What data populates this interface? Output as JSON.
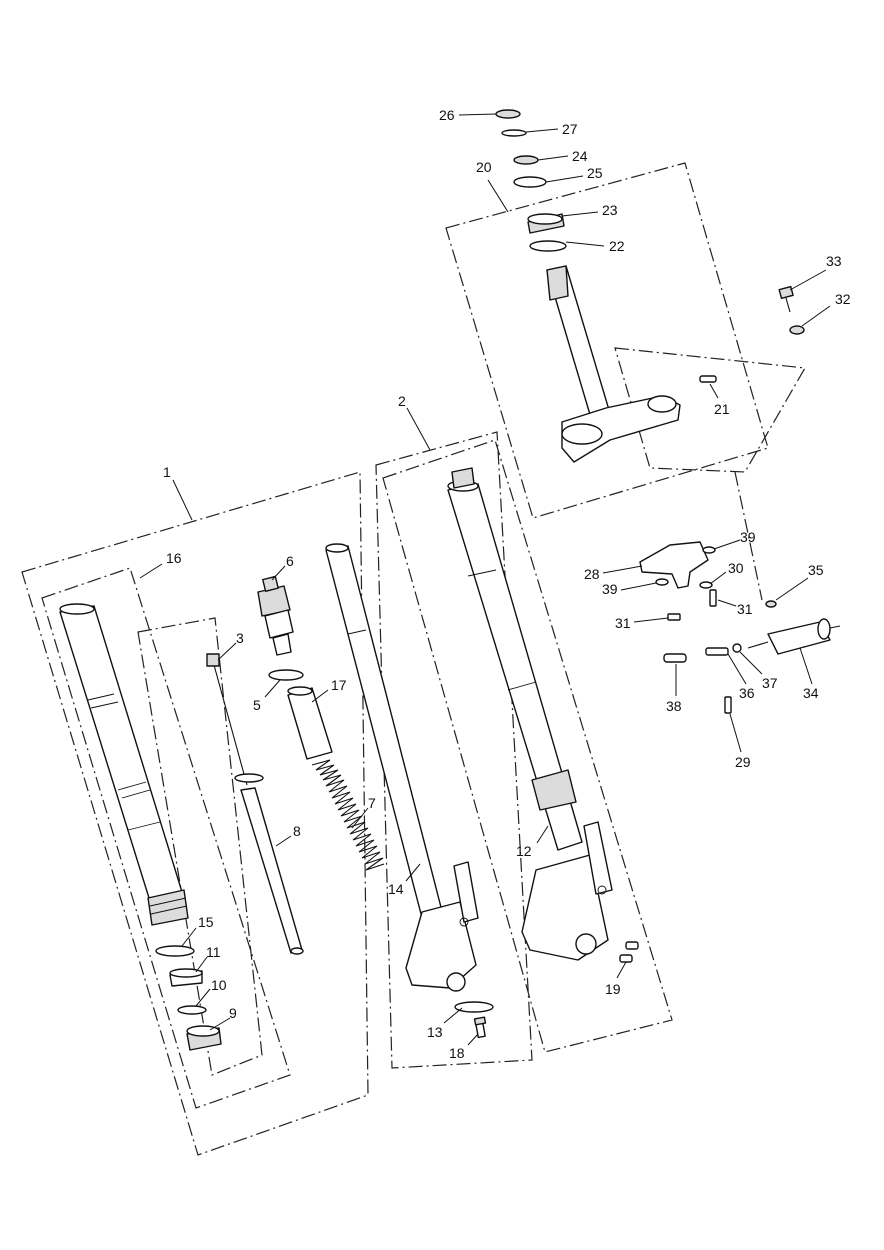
{
  "callouts": [
    {
      "id": "1",
      "text": "1"
    },
    {
      "id": "2",
      "text": "2"
    },
    {
      "id": "3",
      "text": "3"
    },
    {
      "id": "5",
      "text": "5"
    },
    {
      "id": "6",
      "text": "6"
    },
    {
      "id": "7",
      "text": "7"
    },
    {
      "id": "8",
      "text": "8"
    },
    {
      "id": "9",
      "text": "9"
    },
    {
      "id": "10",
      "text": "10"
    },
    {
      "id": "11",
      "text": "11"
    },
    {
      "id": "12",
      "text": "12"
    },
    {
      "id": "13",
      "text": "13"
    },
    {
      "id": "14",
      "text": "14"
    },
    {
      "id": "15",
      "text": "15"
    },
    {
      "id": "16",
      "text": "16"
    },
    {
      "id": "17",
      "text": "17"
    },
    {
      "id": "18",
      "text": "18"
    },
    {
      "id": "19",
      "text": "19"
    },
    {
      "id": "20",
      "text": "20"
    },
    {
      "id": "21",
      "text": "21"
    },
    {
      "id": "22",
      "text": "22"
    },
    {
      "id": "23",
      "text": "23"
    },
    {
      "id": "24",
      "text": "24"
    },
    {
      "id": "25",
      "text": "25"
    },
    {
      "id": "26",
      "text": "26"
    },
    {
      "id": "27",
      "text": "27"
    },
    {
      "id": "28",
      "text": "28"
    },
    {
      "id": "29",
      "text": "29"
    },
    {
      "id": "30",
      "text": "30"
    },
    {
      "id": "31a",
      "text": "31"
    },
    {
      "id": "31b",
      "text": "31"
    },
    {
      "id": "32",
      "text": "32"
    },
    {
      "id": "33",
      "text": "33"
    },
    {
      "id": "34",
      "text": "34"
    },
    {
      "id": "35",
      "text": "35"
    },
    {
      "id": "36",
      "text": "36"
    },
    {
      "id": "37",
      "text": "37"
    },
    {
      "id": "38",
      "text": "38"
    },
    {
      "id": "39a",
      "text": "39"
    },
    {
      "id": "39b",
      "text": "39"
    }
  ]
}
